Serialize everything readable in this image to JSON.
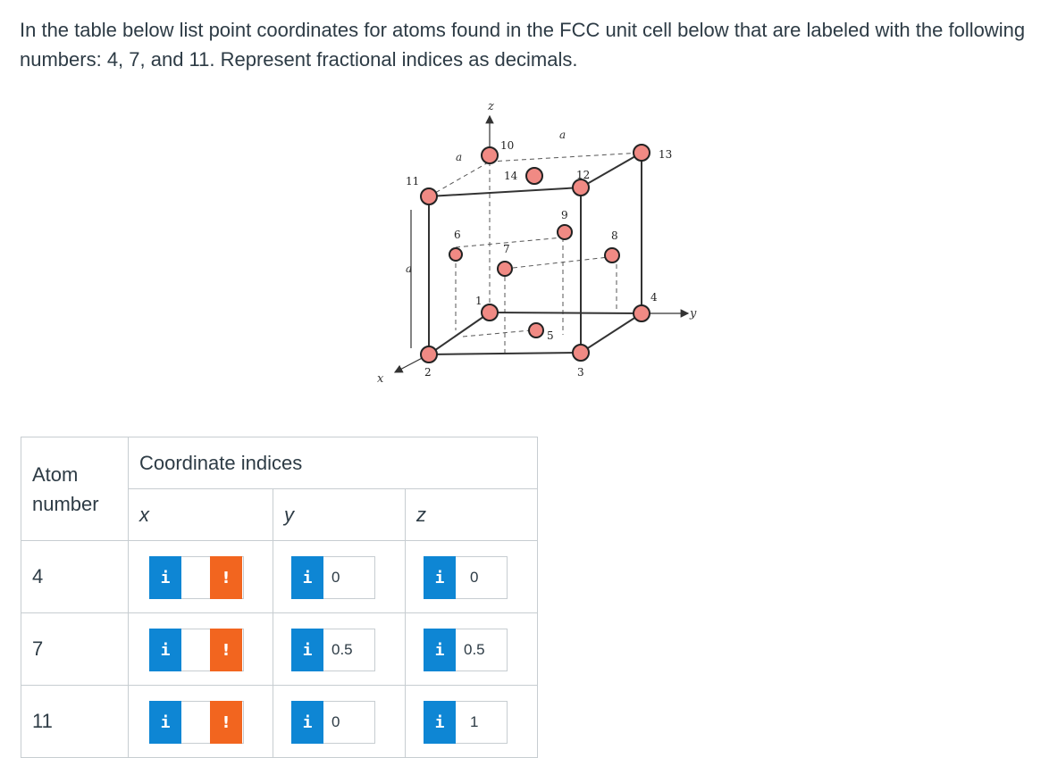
{
  "question": "In the table below list point coordinates for atoms found in the FCC unit cell below that are labeled with the following numbers: 4, 7, and 11.  Represent fractional indices as decimals.",
  "figure": {
    "axis_labels": {
      "x": "x",
      "y": "y",
      "z": "z"
    },
    "lattice_labels": {
      "top_front": "a",
      "top_side": "a",
      "vertical": "a"
    },
    "atom_labels": [
      "1",
      "2",
      "3",
      "4",
      "5",
      "6",
      "7",
      "8",
      "9",
      "10",
      "11",
      "12",
      "13",
      "14"
    ],
    "colors": {
      "atom_fill": "#f08a84",
      "atom_stroke": "#222222"
    }
  },
  "table": {
    "atom_header": "Atom number",
    "coord_header": "Coordinate indices",
    "axes": [
      "x",
      "y",
      "z"
    ],
    "info_icon": "i",
    "error_icon": "!",
    "rows": [
      {
        "atom": "4",
        "x": "",
        "y": "0",
        "z": "0"
      },
      {
        "atom": "7",
        "x": "",
        "y": "0.5",
        "z": "0.5"
      },
      {
        "atom": "11",
        "x": "",
        "y": "0",
        "z": "1"
      }
    ]
  },
  "colors": {
    "info_blue": "#0e86d4",
    "error_orange": "#f2651f",
    "text": "#2d3b45",
    "border": "#c7cdd1"
  }
}
